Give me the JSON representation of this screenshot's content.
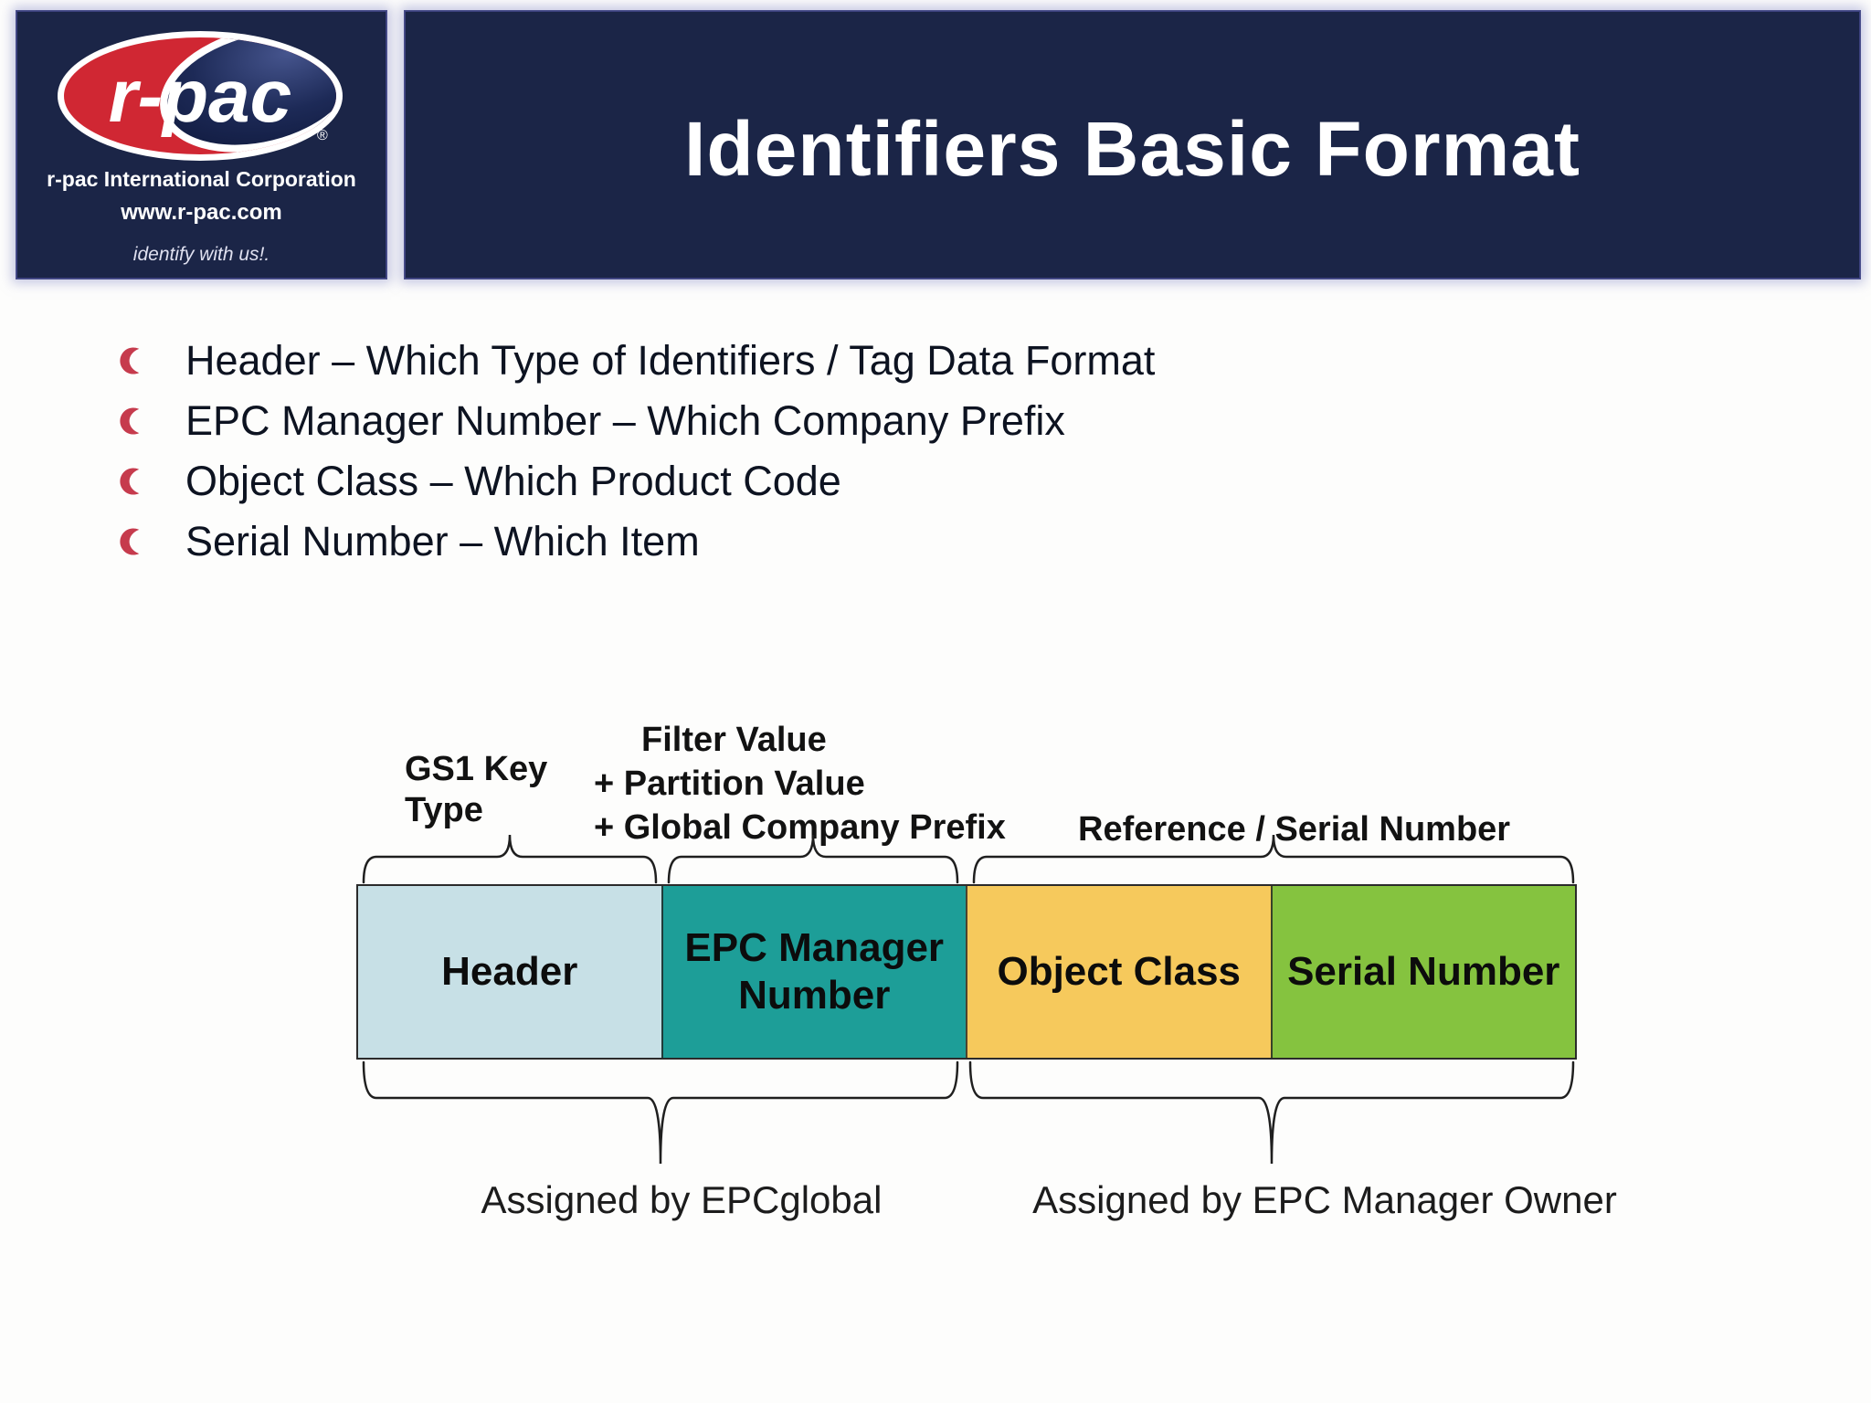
{
  "logo": {
    "brand": "r-pac",
    "registered_mark": "®",
    "company": "r-pac International Corporation",
    "website": "www.r-pac.com",
    "tagline": "identify with us!."
  },
  "header": {
    "title": "Identifiers Basic Format"
  },
  "bullets": [
    "Header – Which Type of Identifiers / Tag Data Format",
    "EPC Manager Number – Which Company Prefix",
    "Object Class – Which Product Code",
    "Serial Number – Which Item"
  ],
  "diagram": {
    "top_labels": {
      "gs1": {
        "line1": "GS1 Key",
        "line2": "Type"
      },
      "filter": {
        "line1": "Filter Value",
        "line2": "+ Partition Value",
        "line3": "+ Global Company Prefix"
      },
      "reference": {
        "line1": "Reference / Serial Number"
      }
    },
    "segments": [
      {
        "label": "Header",
        "color": "#c7e0e6"
      },
      {
        "label": "EPC Manager Number",
        "color": "#1d9e98"
      },
      {
        "label": "Object Class",
        "color": "#f6c95c"
      },
      {
        "label": "Serial Number",
        "color": "#85c33f"
      }
    ],
    "bottom_labels": {
      "epcglobal": "Assigned by EPCglobal",
      "manager_owner": "Assigned by EPC Manager Owner"
    }
  },
  "colors": {
    "banner_navy": "#1b2547",
    "bullet_red": "#c63b4d",
    "logo_red": "#d02733",
    "brace_stroke": "#1f1f1f"
  }
}
